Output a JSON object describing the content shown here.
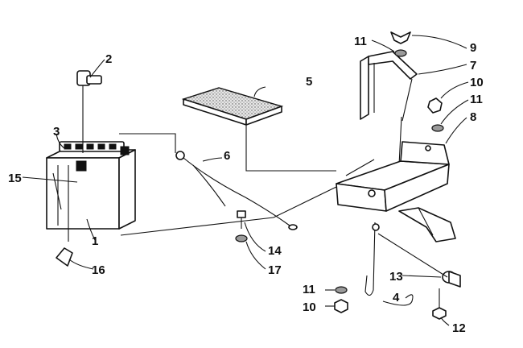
{
  "callouts": {
    "c1": "1",
    "c2": "2",
    "c3": "3",
    "c4": "4",
    "c5": "5",
    "c6": "6",
    "c7": "7",
    "c8": "8",
    "c9": "9",
    "c10a": "10",
    "c10b": "10",
    "c11a": "11",
    "c11b": "11",
    "c11c": "11",
    "c12": "12",
    "c13": "13",
    "c14": "14",
    "c15": "15",
    "c16": "16",
    "c17": "17"
  }
}
